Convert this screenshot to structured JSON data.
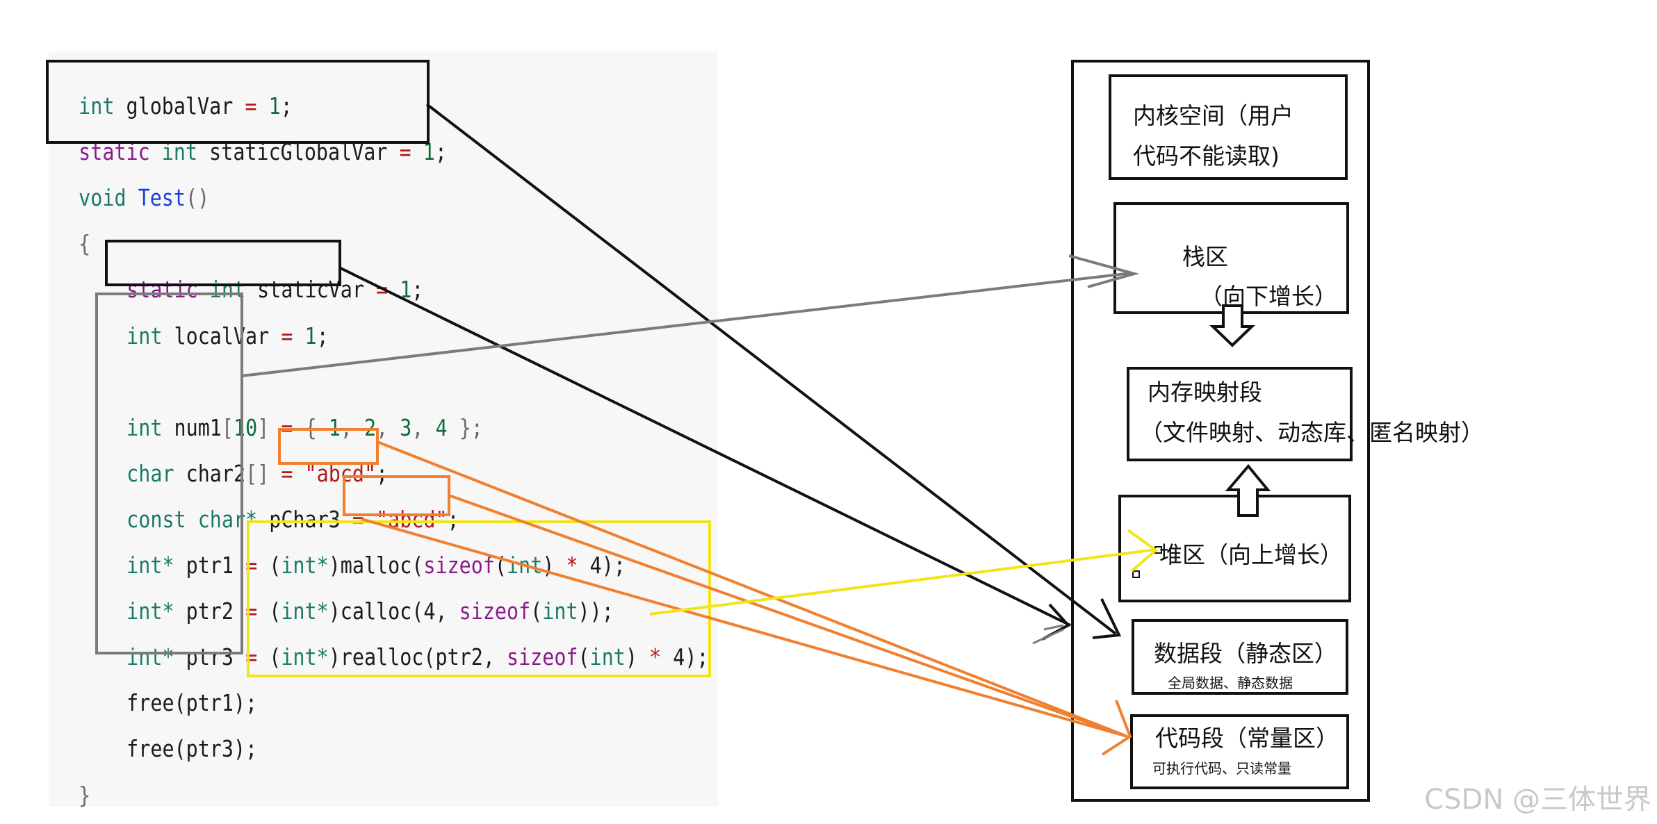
{
  "code": {
    "l1": {
      "t1": "int",
      "t2": " globalVar ",
      "t3": "=",
      "t4": " ",
      "t5": "1",
      "t6": ";"
    },
    "l2": {
      "t1": "static",
      "t2": " ",
      "t3": "int",
      "t4": " staticGlobalVar ",
      "t5": "=",
      "t6": " ",
      "t7": "1",
      "t8": ";"
    },
    "l3": {
      "t1": "void",
      "t2": " ",
      "t3": "Test",
      "t4": "()"
    },
    "l4": {
      "t1": "{"
    },
    "l5": {
      "t1": "static",
      "t2": " ",
      "t3": "int",
      "t4": " staticVar ",
      "t5": "=",
      "t6": " ",
      "t7": "1",
      "t8": ";"
    },
    "l6": {
      "t1": "int",
      "t2": " localVar ",
      "t3": "=",
      "t4": " ",
      "t5": "1",
      "t6": ";"
    },
    "l7": {
      "t1": "int",
      "t2": " num1",
      "t3": "[",
      "t4": "10",
      "t5": "]",
      "t6": " ",
      "t7": "=",
      "t8": " { ",
      "t9": "1",
      "t10": ", ",
      "t11": "2",
      "t12": ", ",
      "t13": "3",
      "t14": ", ",
      "t15": "4",
      "t16": " };"
    },
    "l8": {
      "t1": "char",
      "t2": " char2",
      "t3": "[]",
      "t4": " ",
      "t5": "=",
      "t6": " ",
      "t7": "\"abcd\"",
      "t8": ";"
    },
    "l9": {
      "t1": "const",
      "t2": " ",
      "t3": "char*",
      "t4": " pChar3 ",
      "t5": "=",
      "t6": " ",
      "t7": "\"abcd\"",
      "t8": ";"
    },
    "l10": {
      "t1": "int*",
      "t2": " ptr1 ",
      "t3": "=",
      "t4": " (",
      "t5": "int*",
      "t6": ")malloc(",
      "t7": "sizeof",
      "t8": "(",
      "t9": "int",
      "t10": ") ",
      "t11": "*",
      "t12": " 4);"
    },
    "l11": {
      "t1": "int*",
      "t2": " ptr2 ",
      "t3": "=",
      "t4": " (",
      "t5": "int*",
      "t6": ")calloc(4, ",
      "t7": "sizeof",
      "t8": "(",
      "t9": "int",
      "t10": "));"
    },
    "l12": {
      "t1": "int*",
      "t2": " ptr3 ",
      "t3": "=",
      "t4": " (",
      "t5": "int*",
      "t6": ")realloc(ptr2, ",
      "t7": "sizeof",
      "t8": "(",
      "t9": "int",
      "t10": ") ",
      "t11": "*",
      "t12": " 4);"
    },
    "l13": {
      "t1": "free",
      "t2": "(ptr1);"
    },
    "l14": {
      "t1": "free",
      "t2": "(ptr3);"
    },
    "l15": {
      "t1": "}"
    }
  },
  "memory": {
    "kernel": {
      "line1": "内核空间（用户",
      "line2": "代码不能读取)"
    },
    "stack": {
      "title": "栈区",
      "note": "（向下增长）"
    },
    "mmap": {
      "title": "内存映射段",
      "note": "（文件映射、动态库、匿名映射）"
    },
    "heap": {
      "title": "堆区（向上增长）"
    },
    "data": {
      "title": "数据段（静态区）",
      "note": "全局数据、静态数据"
    },
    "code": {
      "title": "代码段（常量区）",
      "note": "可执行代码、只读常量"
    }
  },
  "watermark": "CSDN @三体世界",
  "colors": {
    "black": "#111111",
    "gray": "#7b7b7b",
    "orange": "#f08030",
    "yellow": "#f2e41a"
  }
}
